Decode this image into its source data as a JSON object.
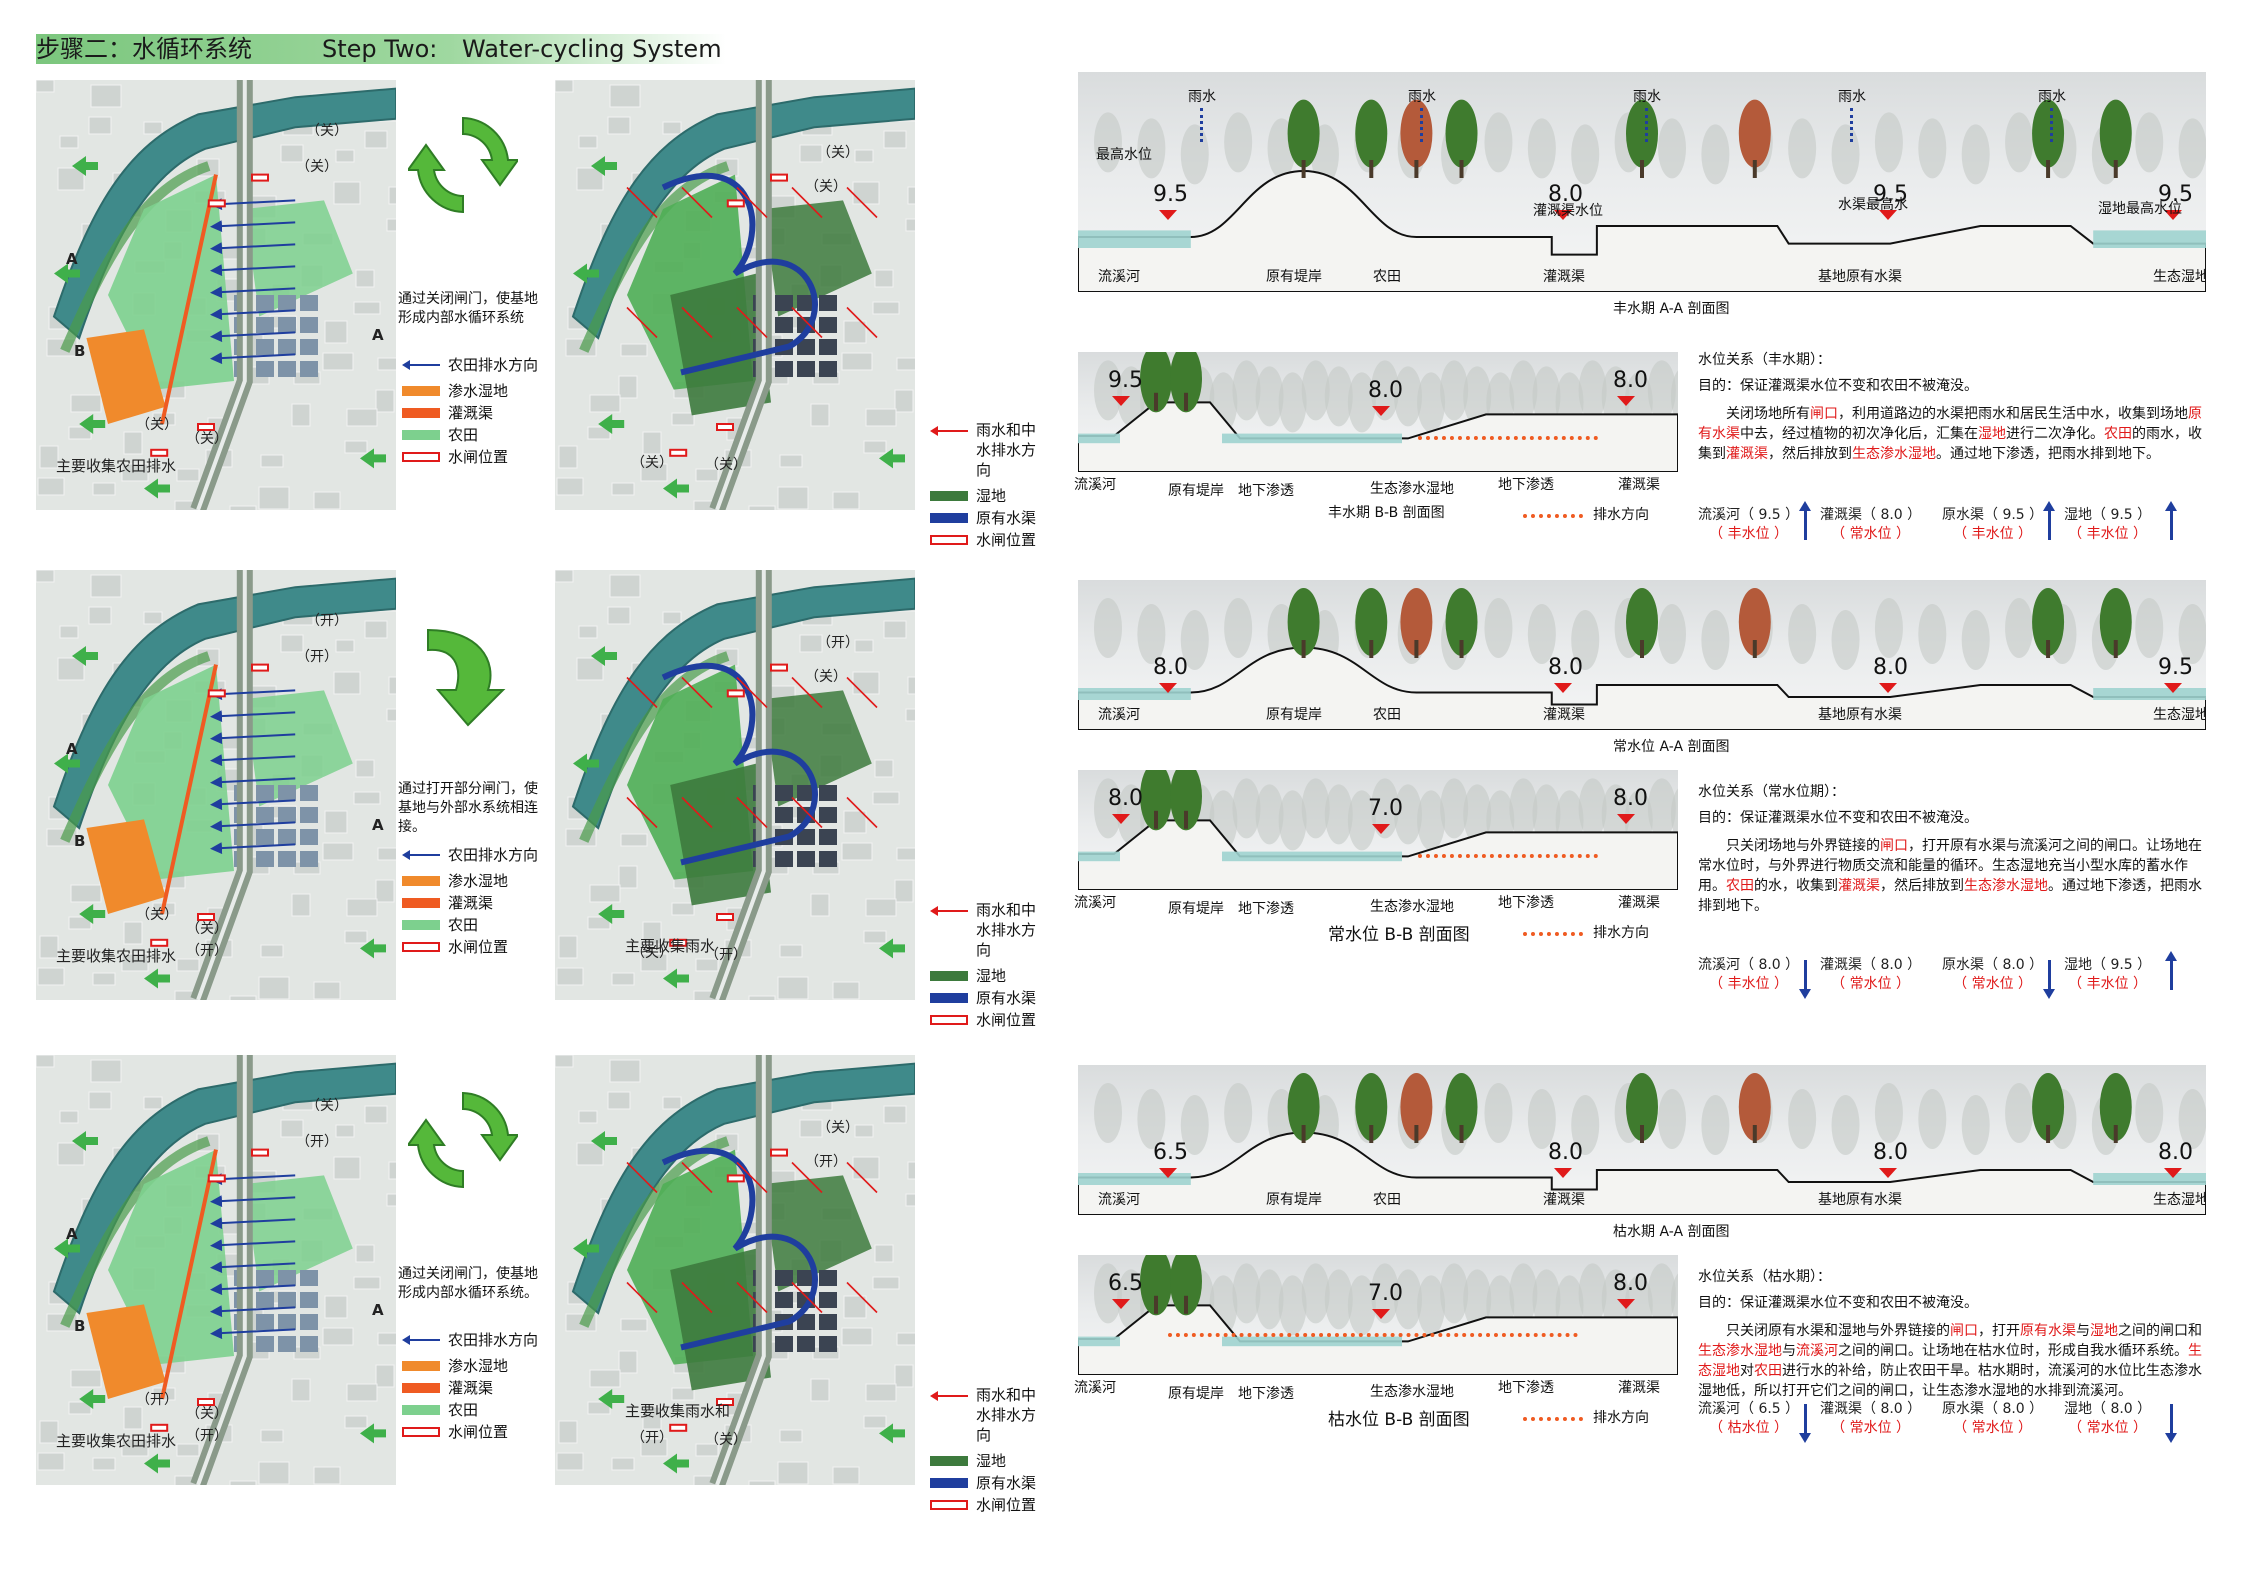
{
  "title": {
    "cn": "步骤二：水循环系统",
    "en1": "Step Two:",
    "en2": "Water-cycling System"
  },
  "rows": [
    {
      "title": "丰水期水循环原理",
      "note_left": "通过关闭闸门，使基地形成内部水循环系统",
      "map_label": "主要收集农田排水",
      "map2_label": "",
      "gates_left": [
        "（关）",
        "（关）",
        "（关）",
        "（关）"
      ],
      "gates_right": [
        "（关）",
        "（关）",
        "（关）",
        "（关）"
      ],
      "section_a": {
        "rain": "雨水",
        "max_level": "最高水位",
        "canal_level": "灌溉渠水位",
        "canal_max": "水渠最高水",
        "wet_max": "湿地最高水位",
        "levels": [
          "9.5",
          "8.0",
          "9.5",
          "9.5"
        ],
        "labels": [
          "流溪河",
          "原有堤岸",
          "农田",
          "灌溉渠",
          "基地原有水渠",
          "生态湿地"
        ],
        "caption": "丰水期 A-A 剖面图"
      },
      "section_b": {
        "levels": [
          "9.5",
          "8.0",
          "8.0"
        ],
        "labels": [
          "流溪河",
          "原有堤岸",
          "地下渗透",
          "生态渗水湿地",
          "地下渗透",
          "灌溉渠"
        ],
        "caption": "丰水期 B-B 剖面图",
        "flow": "排水方向"
      },
      "text": {
        "heading": "水位关系（丰水期）：",
        "goal": "目的：保证灌溉渠水位不变和农田不被淹没。",
        "body": [
          {
            "t": "关闭场地所有",
            "r": false
          },
          {
            "t": "闸口",
            "r": true
          },
          {
            "t": "，利用道路边的水渠把雨水和居民生活中水，收集到场地",
            "r": false
          },
          {
            "t": "原有水渠",
            "r": true
          },
          {
            "t": "中去，经过植物的初次净化后，汇集在",
            "r": false
          },
          {
            "t": "湿地",
            "r": true
          },
          {
            "t": "进行二次净化。",
            "r": false
          },
          {
            "t": "农田",
            "r": true
          },
          {
            "t": "的雨水，收集到",
            "r": false
          },
          {
            "t": "灌溉渠",
            "r": true
          },
          {
            "t": "，然后排放到",
            "r": false
          },
          {
            "t": "生态渗水湿地",
            "r": true
          },
          {
            "t": "。通过地下渗透，把雨水排到地下。",
            "r": false
          }
        ],
        "relations": [
          {
            "name": "流溪河（ 9.5 ）",
            "sub": "（ 丰水位 ）",
            "dir": "up"
          },
          {
            "name": "灌溉渠（ 8.0 ）",
            "sub": "（ 常水位 ）",
            "dir": "none"
          },
          {
            "name": "原水渠（ 9.5 ）",
            "sub": "（ 丰水位 ）",
            "dir": "up"
          },
          {
            "name": "湿地（ 9.5 ）",
            "sub": "（ 丰水位 ）",
            "dir": "up"
          }
        ]
      }
    },
    {
      "title": "常水位循环原理",
      "note_left": "通过打开部分闸门，使基地与外部水系统相连接。",
      "map_label": "主要收集农田排水",
      "map2_label": "主要收集雨水",
      "gates_left": [
        "（开）",
        "（开）",
        "（关）",
        "（关）",
        "（开）"
      ],
      "gates_right": [
        "（开）",
        "（关）",
        "（关）",
        "（开）"
      ],
      "section_a": {
        "levels": [
          "8.0",
          "8.0",
          "8.0",
          "9.5"
        ],
        "labels": [
          "流溪河",
          "原有堤岸",
          "农田",
          "灌溉渠",
          "基地原有水渠",
          "生态湿地"
        ],
        "caption": "常水位 A-A 剖面图"
      },
      "section_b": {
        "levels": [
          "8.0",
          "7.0",
          "8.0"
        ],
        "labels": [
          "流溪河",
          "原有堤岸",
          "地下渗透",
          "生态渗水湿地",
          "地下渗透",
          "灌溉渠"
        ],
        "caption": "常水位 B-B 剖面图",
        "flow": "排水方向"
      },
      "text": {
        "heading": "水位关系（常水位期）：",
        "goal": "目的：保证灌溉渠水位不变和农田不被淹没。",
        "body": [
          {
            "t": "只关闭场地与外界链接的",
            "r": false
          },
          {
            "t": "闸口",
            "r": true
          },
          {
            "t": "，打开原有水渠与流溪河之间的闸口。让场地在常水位时，与外界进行物质交流和能量的循环。生态湿地充当小型水库的蓄水作用。",
            "r": false
          },
          {
            "t": "农田",
            "r": true
          },
          {
            "t": "的水，收集到",
            "r": false
          },
          {
            "t": "灌溉渠",
            "r": true
          },
          {
            "t": "，然后排放到",
            "r": false
          },
          {
            "t": "生态渗水湿地",
            "r": true
          },
          {
            "t": "。通过地下渗透，把雨水排到地下。",
            "r": false
          }
        ],
        "relations": [
          {
            "name": "流溪河（ 8.0 ）",
            "sub": "（ 丰水位 ）",
            "dir": "down"
          },
          {
            "name": "灌溉渠（ 8.0 ）",
            "sub": "（ 常水位 ）",
            "dir": "none"
          },
          {
            "name": "原水渠（ 8.0 ）",
            "sub": "（ 常水位 ）",
            "dir": "down"
          },
          {
            "name": "湿地（ 9.5 ）",
            "sub": "（ 丰水位 ）",
            "dir": "up"
          }
        ]
      }
    },
    {
      "title": "枯水期水循环原理",
      "note_left": "通过关闭闸门，使基地形成内部水循环系统。",
      "map_label": "主要收集农田排水",
      "map2_label": "主要收集雨水和",
      "gates_left": [
        "（关）",
        "（开）",
        "（开）",
        "（关）",
        "（开）"
      ],
      "gates_right": [
        "（关）",
        "（开）",
        "（开）",
        "（关）"
      ],
      "section_a": {
        "levels": [
          "6.5",
          "8.0",
          "8.0",
          "8.0"
        ],
        "labels": [
          "流溪河",
          "原有堤岸",
          "农田",
          "灌溉渠",
          "基地原有水渠",
          "生态湿地"
        ],
        "caption": "枯水期 A-A 剖面图"
      },
      "section_b": {
        "levels": [
          "6.5",
          "7.0",
          "8.0"
        ],
        "labels": [
          "流溪河",
          "原有堤岸",
          "地下渗透",
          "生态渗水湿地",
          "地下渗透",
          "灌溉渠"
        ],
        "caption": "枯水位 B-B 剖面图",
        "flow": "排水方向"
      },
      "text": {
        "heading": "水位关系（枯水期）：",
        "goal": "目的：保证灌溉渠水位不变和农田不被淹没。",
        "body": [
          {
            "t": "只关闭原有水渠和湿地与外界链接的",
            "r": false
          },
          {
            "t": "闸口",
            "r": true
          },
          {
            "t": "，打开",
            "r": false
          },
          {
            "t": "原有水渠",
            "r": true
          },
          {
            "t": "与",
            "r": false
          },
          {
            "t": "湿地",
            "r": true
          },
          {
            "t": "之间的闸口和",
            "r": false
          },
          {
            "t": "生态渗水湿地",
            "r": true
          },
          {
            "t": "与",
            "r": false
          },
          {
            "t": "流溪河",
            "r": true
          },
          {
            "t": "之间的闸口。让场地在枯水位时，形成自我水循环系统。",
            "r": false
          },
          {
            "t": "生态湿地",
            "r": true
          },
          {
            "t": "对",
            "r": false
          },
          {
            "t": "农田",
            "r": true
          },
          {
            "t": "进行水的补给，防止农田干旱。枯水期时，流溪河的水位比生态渗水湿地低，所以打开它们之间的闸口，让生态渗水湿地的水排到流溪河。",
            "r": false
          }
        ],
        "relations": [
          {
            "name": "流溪河（ 6.5 ）",
            "sub": "（ 枯水位 ）",
            "dir": "down"
          },
          {
            "name": "灌溉渠（ 8.0 ）",
            "sub": "（ 常水位 ）",
            "dir": "none"
          },
          {
            "name": "原水渠（ 8.0 ）",
            "sub": "（ 常水位 ）",
            "dir": "none"
          },
          {
            "name": "湿地（ 8.0 ）",
            "sub": "（ 常水位 ）",
            "dir": "down"
          }
        ]
      }
    }
  ],
  "legend_left": {
    "drain": "农田排水方向",
    "seep": "渗水湿地",
    "canal": "灌溉渠",
    "farm": "农田",
    "gate": "水闸位置"
  },
  "legend_right": {
    "rain": "雨水和中水排水方向",
    "wetland": "湿地",
    "canal": "原有水渠",
    "gate": "水闸位置"
  },
  "map_letters": {
    "a": "A",
    "b": "B"
  },
  "colors": {
    "farm": "#7dd08e",
    "seep": "#f08a2c",
    "wetland": "#3d7a3d",
    "canal_blue": "#1f3e9e",
    "river": "#3f8a8a",
    "water": "#9fd3cf",
    "red": "#e01a1a"
  }
}
